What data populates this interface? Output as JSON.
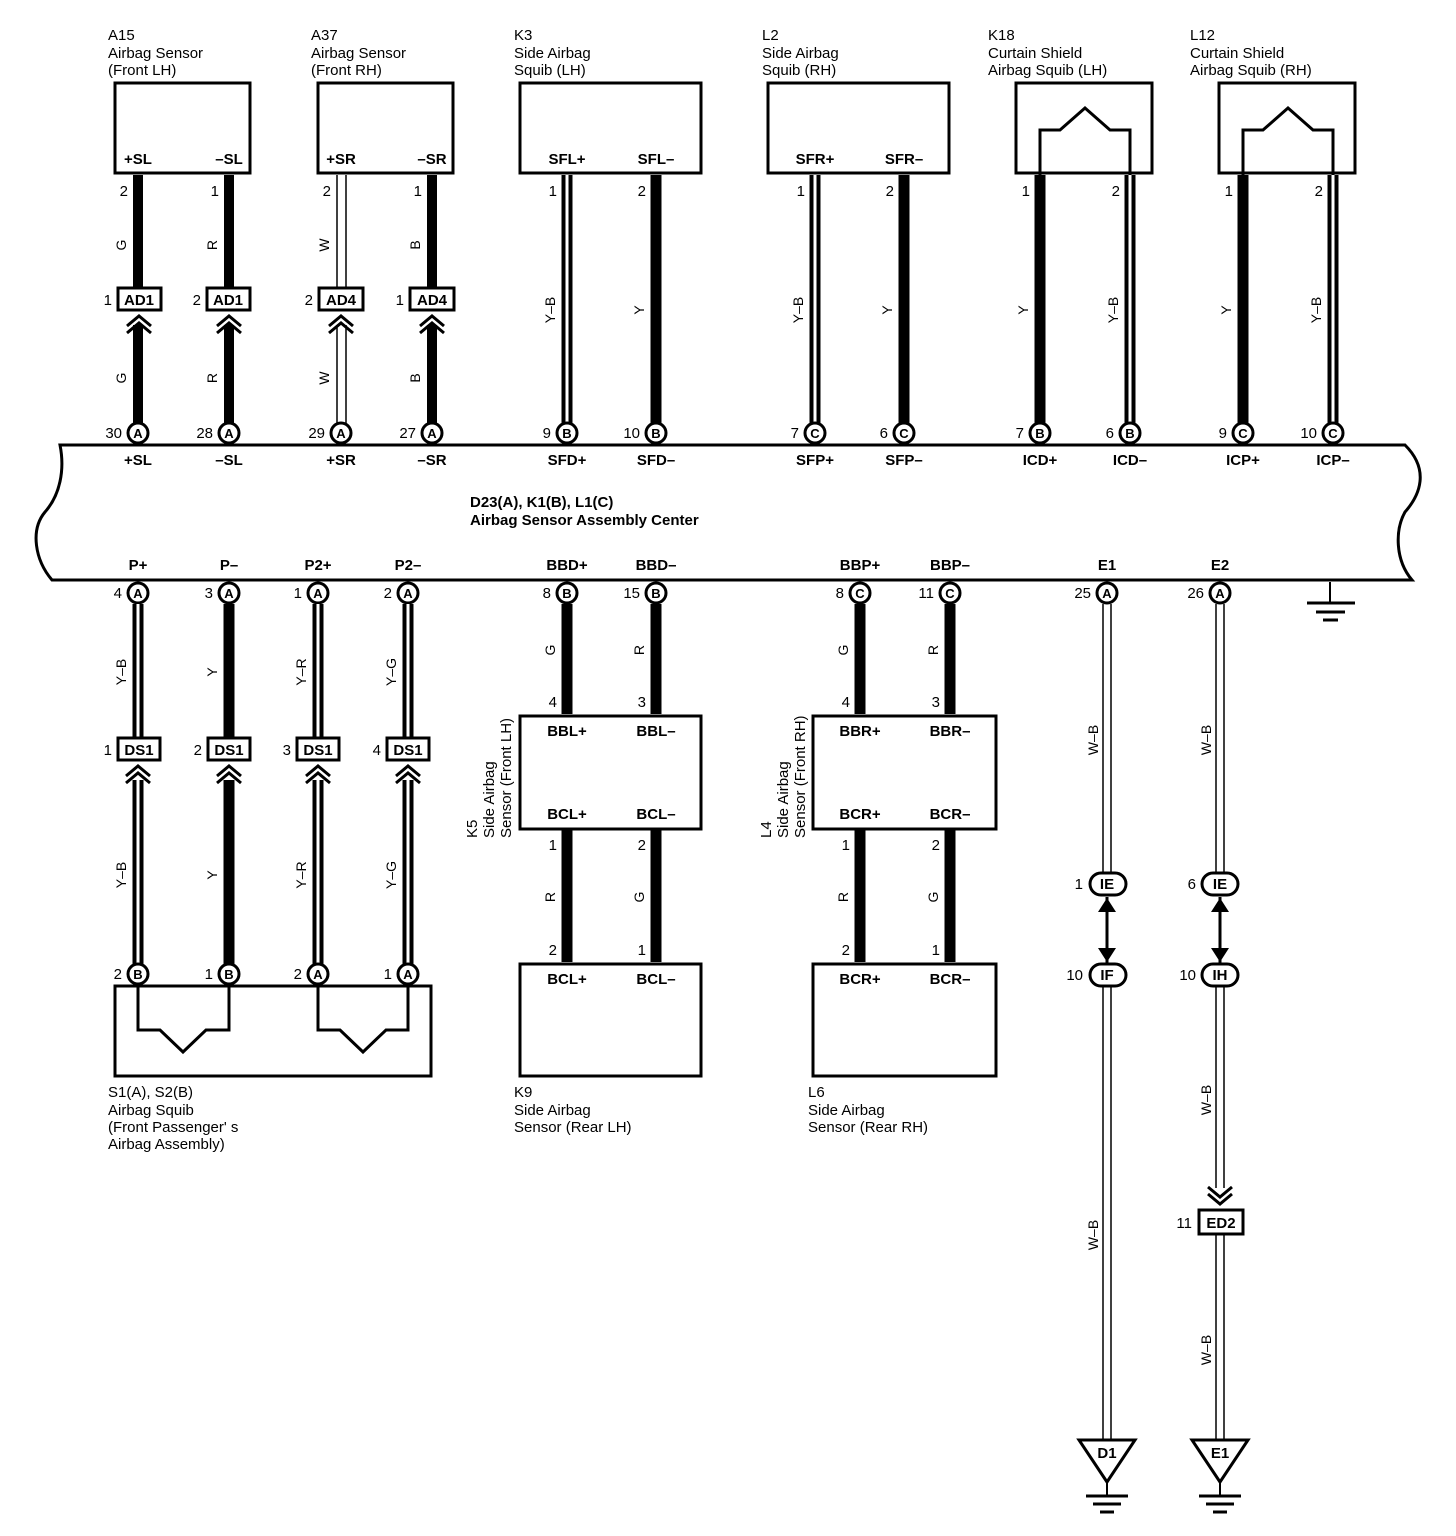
{
  "components": {
    "a15": {
      "id": "A15",
      "name": "Airbag Sensor",
      "sub": "(Front LH)",
      "terms": [
        "+SL",
        "–SL"
      ]
    },
    "a37": {
      "id": "A37",
      "name": "Airbag Sensor",
      "sub": "(Front RH)",
      "terms": [
        "+SR",
        "–SR"
      ]
    },
    "k3": {
      "id": "K3",
      "name": "Side Airbag",
      "sub": "Squib (LH)",
      "terms": [
        "SFL+",
        "SFL–"
      ]
    },
    "l2": {
      "id": "L2",
      "name": "Side Airbag",
      "sub": "Squib (RH)",
      "terms": [
        "SFR+",
        "SFR–"
      ]
    },
    "k18": {
      "id": "K18",
      "name": "Curtain Shield",
      "sub": "Airbag Squib (LH)"
    },
    "l12": {
      "id": "L12",
      "name": "Curtain Shield",
      "sub": "Airbag Squib (RH)"
    },
    "ecu": {
      "id": "D23(A), K1(B), L1(C)",
      "name": "Airbag Sensor Assembly Center"
    },
    "s1": {
      "id": "S1(A), S2(B)",
      "name": "Airbag Squib",
      "sub1": "(Front Passenger' s",
      "sub2": " Airbag Assembly)"
    },
    "k5": {
      "id": "K5",
      "name": "Side Airbag",
      "sub": "Sensor (Front LH)",
      "terms_top": [
        "BBL+",
        "BBL–"
      ],
      "terms_bot": [
        "BCL+",
        "BCL–"
      ]
    },
    "l4": {
      "id": "L4",
      "name": "Side Airbag",
      "sub": "Sensor (Front RH)",
      "terms_top": [
        "BBR+",
        "BBR–"
      ],
      "terms_bot": [
        "BCR+",
        "BCR–"
      ]
    },
    "k9": {
      "id": "K9",
      "name": "Side Airbag",
      "sub": "Sensor (Rear LH)",
      "terms": [
        "BCL+",
        "BCL–"
      ]
    },
    "l6": {
      "id": "L6",
      "name": "Side Airbag",
      "sub": "Sensor (Rear RH)",
      "terms": [
        "BCR+",
        "BCR–"
      ]
    }
  },
  "top_pins": [
    "2",
    "1",
    "2",
    "1",
    "1",
    "2",
    "1",
    "2",
    "1",
    "2",
    "1",
    "2"
  ],
  "top_wire_colors": [
    "G",
    "R",
    "W",
    "B",
    "Y–B",
    "Y",
    "Y–B",
    "Y",
    "Y",
    "Y–B",
    "Y",
    "Y–B"
  ],
  "top_lower_colors": [
    "G",
    "R",
    "W",
    "B"
  ],
  "ad_connectors": [
    {
      "pin": "1",
      "name": "AD1"
    },
    {
      "pin": "2",
      "name": "AD1"
    },
    {
      "pin": "2",
      "name": "AD4"
    },
    {
      "pin": "1",
      "name": "AD4"
    }
  ],
  "ecu_top_pins": [
    {
      "num": "30",
      "conn": "A",
      "term": "+SL"
    },
    {
      "num": "28",
      "conn": "A",
      "term": "–SL"
    },
    {
      "num": "29",
      "conn": "A",
      "term": "+SR"
    },
    {
      "num": "27",
      "conn": "A",
      "term": "–SR"
    },
    {
      "num": "9",
      "conn": "B",
      "term": "SFD+"
    },
    {
      "num": "10",
      "conn": "B",
      "term": "SFD–"
    },
    {
      "num": "7",
      "conn": "C",
      "term": "SFP+"
    },
    {
      "num": "6",
      "conn": "C",
      "term": "SFP–"
    },
    {
      "num": "7",
      "conn": "B",
      "term": "ICD+"
    },
    {
      "num": "6",
      "conn": "B",
      "term": "ICD–"
    },
    {
      "num": "9",
      "conn": "C",
      "term": "ICP+"
    },
    {
      "num": "10",
      "conn": "C",
      "term": "ICP–"
    }
  ],
  "ecu_bottom_pins": [
    {
      "num": "4",
      "conn": "A",
      "term": "P+"
    },
    {
      "num": "3",
      "conn": "A",
      "term": "P–"
    },
    {
      "num": "1",
      "conn": "A",
      "term": "P2+"
    },
    {
      "num": "2",
      "conn": "A",
      "term": "P2–"
    },
    {
      "num": "8",
      "conn": "B",
      "term": "BBD+"
    },
    {
      "num": "15",
      "conn": "B",
      "term": "BBD–"
    },
    {
      "num": "8",
      "conn": "C",
      "term": "BBP+"
    },
    {
      "num": "11",
      "conn": "C",
      "term": "BBP–"
    },
    {
      "num": "25",
      "conn": "A",
      "term": "E1"
    },
    {
      "num": "26",
      "conn": "A",
      "term": "E2"
    }
  ],
  "ds_upper_colors": [
    "Y–B",
    "Y",
    "Y–R",
    "Y–G"
  ],
  "ds_lower_colors": [
    "Y–B",
    "Y",
    "Y–R",
    "Y–G"
  ],
  "ds_connectors": [
    {
      "pin": "1",
      "name": "DS1"
    },
    {
      "pin": "2",
      "name": "DS1"
    },
    {
      "pin": "3",
      "name": "DS1"
    },
    {
      "pin": "4",
      "name": "DS1"
    }
  ],
  "squib_pins": [
    {
      "num": "2",
      "conn": "B"
    },
    {
      "num": "1",
      "conn": "B"
    },
    {
      "num": "2",
      "conn": "A"
    },
    {
      "num": "1",
      "conn": "A"
    }
  ],
  "side_sensor": {
    "upper_colors": [
      "G",
      "R",
      "G",
      "R"
    ],
    "upper_pins": [
      "4",
      "3",
      "4",
      "3"
    ],
    "lower_colors": [
      "R",
      "G",
      "R",
      "G"
    ],
    "lower_top_pins": [
      "1",
      "2",
      "1",
      "2"
    ],
    "lower_bot_pins": [
      "2",
      "1",
      "2",
      "1"
    ]
  },
  "ground": {
    "e1_upper_color": "W–B",
    "e2_upper_color": "W–B",
    "ie_left": {
      "pin": "1",
      "name": "IE"
    },
    "ie_right": {
      "pin": "6",
      "name": "IE"
    },
    "if_left": {
      "pin": "10",
      "name": "IF"
    },
    "ih_right": {
      "pin": "10",
      "name": "IH"
    },
    "e1_lower_color": "W–B",
    "e2_mid_color": "W–B",
    "ed2": {
      "pin": "11",
      "name": "ED2"
    },
    "e2_lower_color": "W–B",
    "gnd_left": "D1",
    "gnd_right": "E1"
  },
  "colors": {
    "wire": "#000000",
    "background": "#ffffff"
  }
}
